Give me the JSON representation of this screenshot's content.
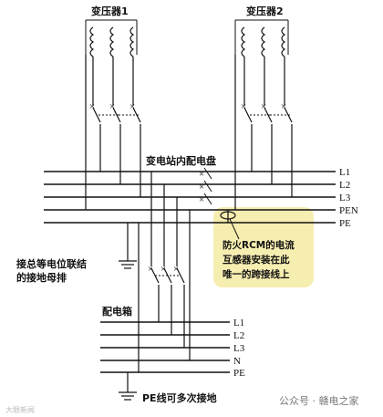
{
  "labels": {
    "transformer1": "变压器1",
    "transformer2": "变压器2",
    "substation_panel": "变电站内配电盘",
    "bus_L1": "L1",
    "bus_L2": "L2",
    "bus_L3": "L3",
    "bus_PEN": "PEN",
    "bus_PE": "PE",
    "equipotential_line1": "接总等电位联结",
    "equipotential_line2": "的接地母排",
    "note_line1": "防火RCM的电流",
    "note_line2": "互感器安装在此",
    "note_line3": "唯一的跨接线上",
    "distribution_box": "配电箱",
    "box_L1": "L1",
    "box_L2": "L2",
    "box_L3": "L3",
    "box_N": "N",
    "box_PE": "PE",
    "pe_ground_note": "PE线可多次接地",
    "watermark_right": "公众号 · 赣电之家",
    "watermark_left": "大眼新闻"
  },
  "colors": {
    "line": "#111111",
    "highlight": "#f6edb0",
    "background": "#ffffff"
  }
}
